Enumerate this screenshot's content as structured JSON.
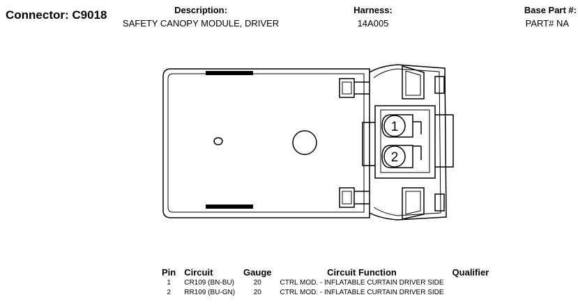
{
  "connector": {
    "label": "Connector:",
    "id": "C9018"
  },
  "description": {
    "label": "Description:",
    "value": "SAFETY CANOPY MODULE, DRIVER"
  },
  "harness": {
    "label": "Harness:",
    "value": "14A005"
  },
  "base_part": {
    "label": "Base Part #:",
    "value": "PART# NA"
  },
  "diagram": {
    "pin_labels": [
      "1",
      "2"
    ]
  },
  "table": {
    "headers": {
      "pin": "Pin",
      "circuit": "Circuit",
      "gauge": "Gauge",
      "function": "Circuit Function",
      "qualifier": "Qualifier"
    },
    "rows": [
      {
        "pin": "1",
        "circuit": "CR109 (BN-BU)",
        "gauge": "20",
        "function": "CTRL MOD. - INFLATABLE CURTAIN DRIVER SIDE",
        "qualifier": ""
      },
      {
        "pin": "2",
        "circuit": "RR109 (BU-GN)",
        "gauge": "20",
        "function": "CTRL MOD. - INFLATABLE CURTAIN DRIVER SIDE",
        "qualifier": ""
      }
    ]
  }
}
